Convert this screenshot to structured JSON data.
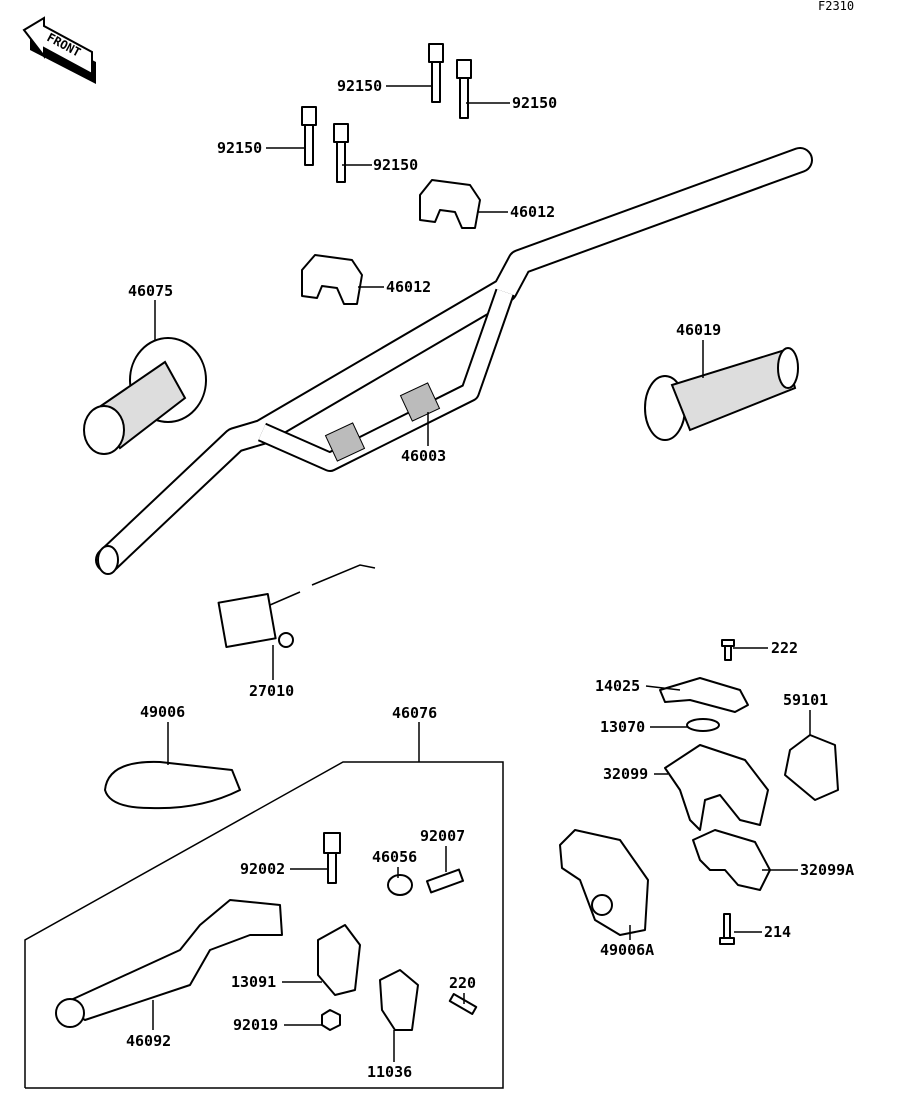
{
  "diagram_code": "F2310",
  "front_indicator": "FRONT",
  "parts": [
    {
      "id": "bolt-a",
      "number": "92150"
    },
    {
      "id": "bolt-b",
      "number": "92150"
    },
    {
      "id": "bolt-c",
      "number": "92150"
    },
    {
      "id": "bolt-d",
      "number": "92150"
    },
    {
      "id": "holder-upper",
      "number": "46012"
    },
    {
      "id": "holder-lower",
      "number": "46012"
    },
    {
      "id": "grip-left",
      "number": "46075"
    },
    {
      "id": "grip-right",
      "number": "46019"
    },
    {
      "id": "handlebar",
      "number": "46003"
    },
    {
      "id": "switch",
      "number": "27010"
    },
    {
      "id": "screw-222",
      "number": "222"
    },
    {
      "id": "cover-14025",
      "number": "14025"
    },
    {
      "id": "part-59101",
      "number": "59101"
    },
    {
      "id": "guard",
      "number": "49006"
    },
    {
      "id": "lever-assy",
      "number": "46076"
    },
    {
      "id": "ring-13070",
      "number": "13070"
    },
    {
      "id": "case-32099",
      "number": "32099"
    },
    {
      "id": "adjuster-92007",
      "number": "92007"
    },
    {
      "id": "nut-46056",
      "number": "46056"
    },
    {
      "id": "bolt-92002",
      "number": "92002"
    },
    {
      "id": "case-32099a",
      "number": "32099A"
    },
    {
      "id": "screw-214",
      "number": "214"
    },
    {
      "id": "guard-49006a",
      "number": "49006A"
    },
    {
      "id": "holder-13091",
      "number": "13091"
    },
    {
      "id": "screw-220",
      "number": "220"
    },
    {
      "id": "nut-92019",
      "number": "92019"
    },
    {
      "id": "lever-46092",
      "number": "46092"
    },
    {
      "id": "clamp-11036",
      "number": "11036"
    }
  ]
}
